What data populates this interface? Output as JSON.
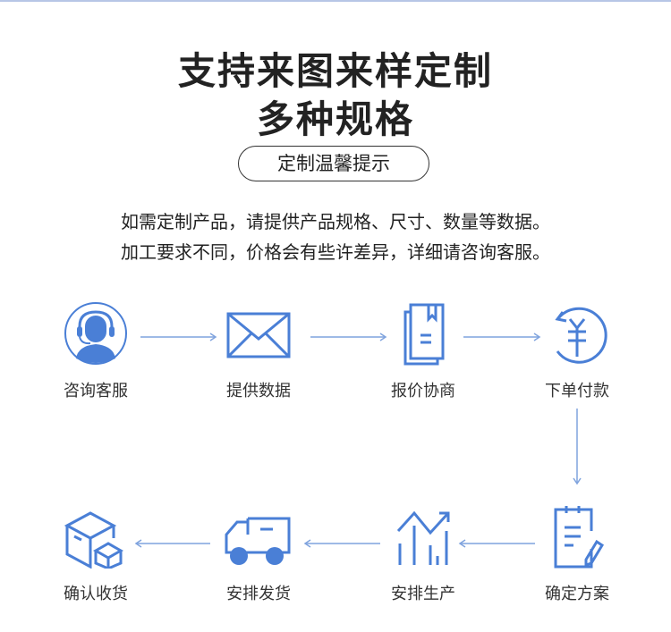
{
  "title_line1": "支持来图来样定制",
  "title_line2": "多种规格",
  "tip_label": "定制温馨提示",
  "desc_line1": "如需定制产品，请提供产品规格、尺寸、数量等数据。",
  "desc_line2": "加工要求不同，价格会有些许差异，详细请咨询客服。",
  "accent": "#4a7fd6",
  "steps": [
    {
      "label": "咨询客服",
      "icon": "customer-service-icon"
    },
    {
      "label": "提供数据",
      "icon": "envelope-icon"
    },
    {
      "label": "报价协商",
      "icon": "document-icon"
    },
    {
      "label": "下单付款",
      "icon": "yuan-payment-icon"
    },
    {
      "label": "确定方案",
      "icon": "notepad-icon"
    },
    {
      "label": "安排生产",
      "icon": "growth-chart-icon"
    },
    {
      "label": "安排发货",
      "icon": "truck-icon"
    },
    {
      "label": "确认收货",
      "icon": "package-icon"
    }
  ]
}
